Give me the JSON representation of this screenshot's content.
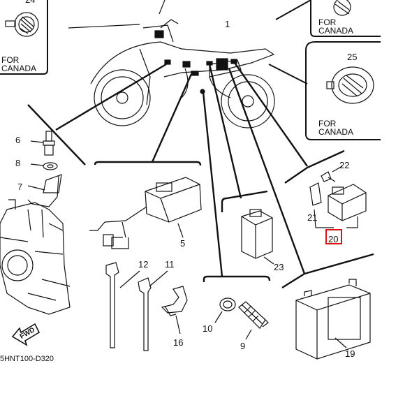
{
  "diagram": {
    "document_code": "5HNT100-D320",
    "canada_note": "FOR\nCANADA",
    "direction_label": "FWD",
    "highlighted_part": "20",
    "highlight_color": "#e01010",
    "parts": {
      "p1": "1",
      "p5": "5",
      "p6": "6",
      "p7": "7",
      "p8": "8",
      "p9": "9",
      "p10": "10",
      "p11": "11",
      "p12": "12",
      "p16": "16",
      "p19": "19",
      "p20": "20",
      "p21": "21",
      "p22": "22",
      "p23": "23",
      "p24": "24",
      "p25": "25"
    }
  }
}
